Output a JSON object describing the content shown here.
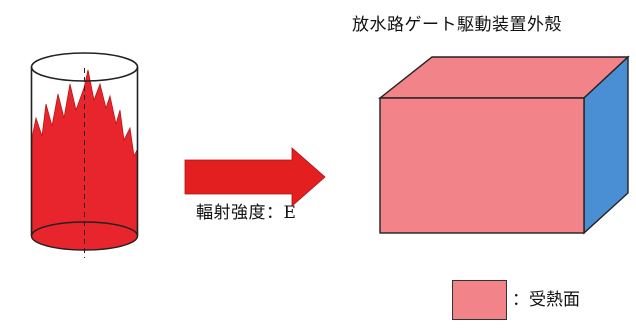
{
  "labels": {
    "box_title": "放水路ゲート駆動装置外殻",
    "arrow_label": "輻射強度：E",
    "legend_label": "：受熱面"
  },
  "colors": {
    "flame": "#e8252c",
    "flame_light": "#f06060",
    "receiving_face": "#f28388",
    "side_face": "#4a8fd4",
    "arrow": "#e41f1f",
    "outline": "#333333"
  },
  "icons": {
    "fire": "fire-cylinder-icon",
    "arrow": "right-arrow-icon",
    "box": "rectangular-box-icon"
  }
}
